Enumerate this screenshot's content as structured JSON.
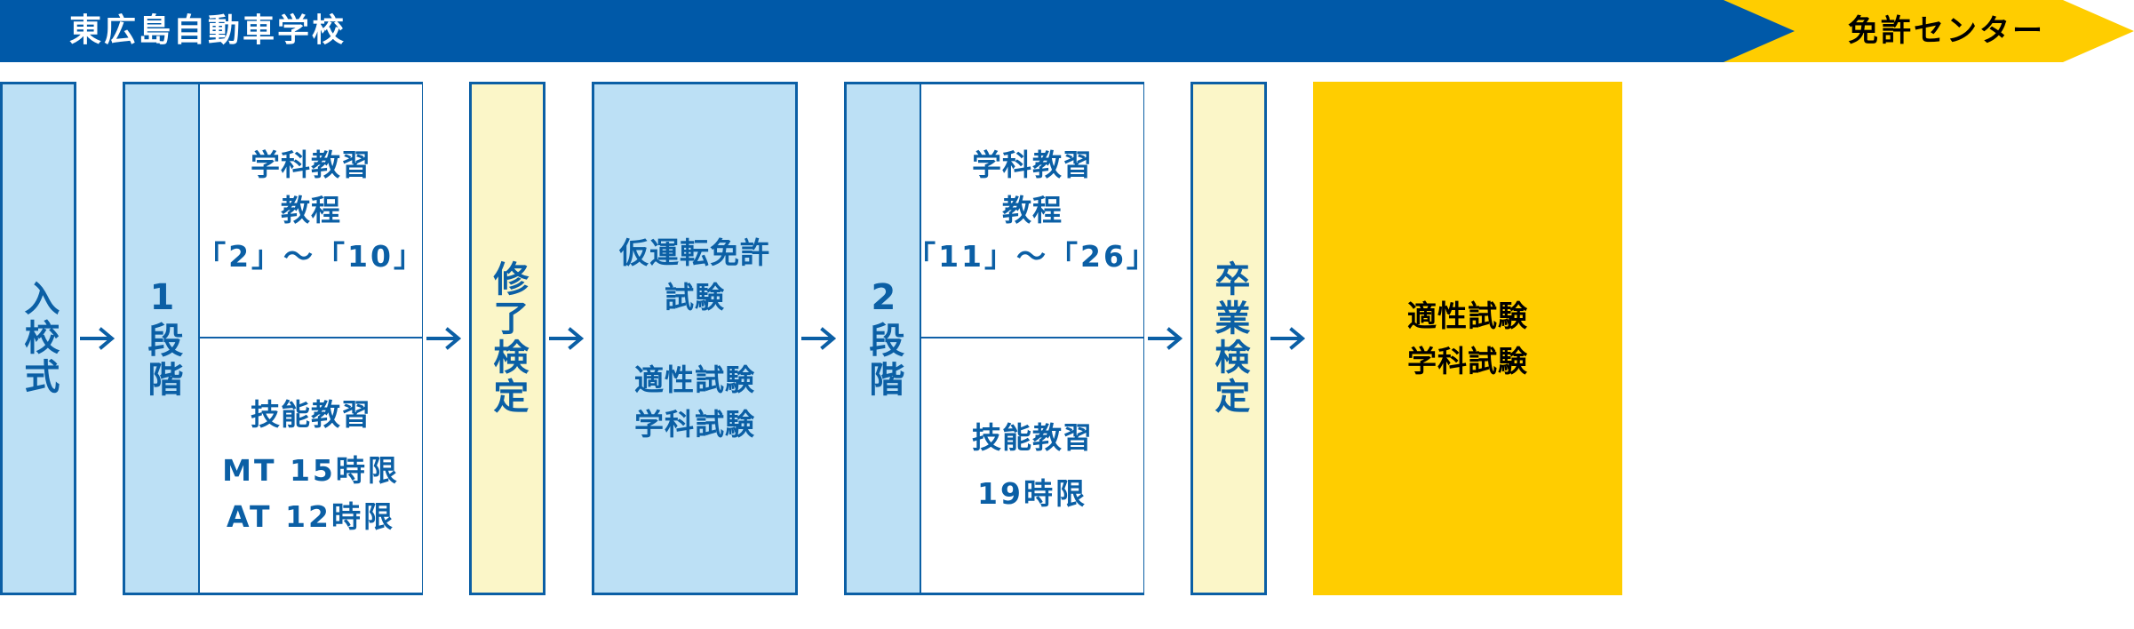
{
  "banner": {
    "school_label": "東広島自動車学校",
    "center_label": "免許センター",
    "school_bg": "#0059a8",
    "center_bg": "#ffcd00",
    "school_text_color": "#ffffff",
    "center_text_color": "#000000"
  },
  "palette": {
    "border_blue": "#0b5fa5",
    "fill_light_blue": "#bce0f5",
    "fill_pale_yellow": "#fbf6c8",
    "fill_gold": "#ffcd00",
    "text_blue": "#0b5fa5",
    "text_black": "#000000"
  },
  "arrow": {
    "glyph": "→",
    "color": "#0b5fa5",
    "count": 6
  },
  "flow": {
    "entrance": {
      "label": "入校式",
      "orientation": "vertical",
      "fill": "#bce0f5"
    },
    "stage1": {
      "tab_label": "1段階",
      "tab_fill": "#bce0f5",
      "top": {
        "line1": "学科教習",
        "line2": "教程",
        "line3": "「2」〜「10」"
      },
      "bottom": {
        "line1": "技能教習",
        "line2": "MT 15時限",
        "line3": "AT  12時限"
      }
    },
    "completion_exam": {
      "label": "修了検定",
      "orientation": "vertical",
      "fill": "#fbf6c8"
    },
    "provisional": {
      "title_line1": "仮運転免許",
      "title_line2": "試験",
      "sub_line1": "適性試験",
      "sub_line2": "学科試験",
      "fill": "#bce0f5"
    },
    "stage2": {
      "tab_label": "2段階",
      "tab_fill": "#bce0f5",
      "top": {
        "line1": "学科教習",
        "line2": "教程",
        "line3": "「11」〜「26」"
      },
      "bottom": {
        "line1": "技能教習",
        "line2": "19時限"
      }
    },
    "graduation_exam": {
      "label": "卒業検定",
      "orientation": "vertical",
      "fill": "#fbf6c8"
    },
    "final_exam": {
      "line1": "適性試験",
      "line2": "学科試験",
      "fill": "#ffcd00"
    }
  }
}
